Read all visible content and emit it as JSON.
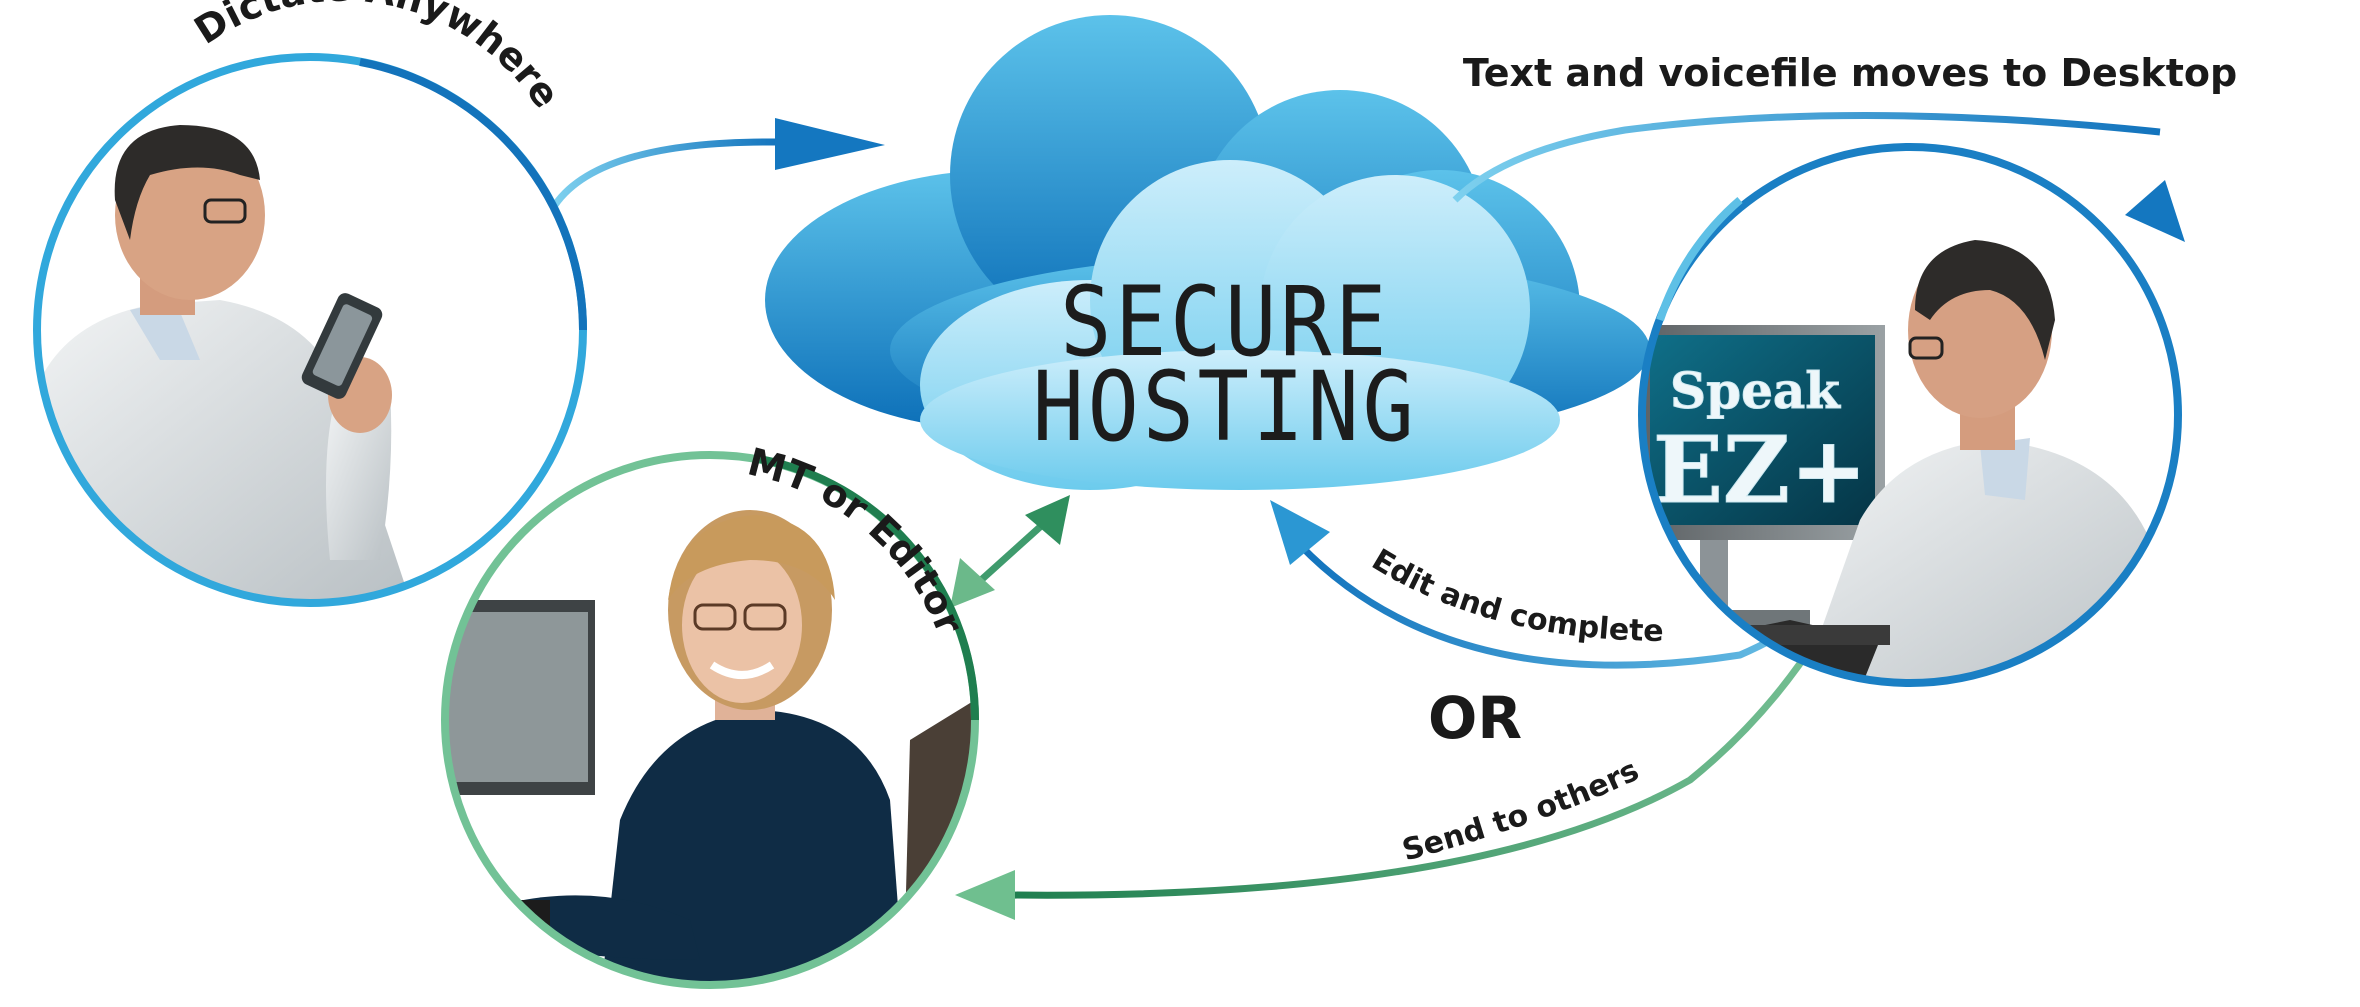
{
  "cloud": {
    "line1": "SECURE",
    "line2": "HOSTING"
  },
  "labels": {
    "dictate": "Dictate Anywhere",
    "editor": "MT or Editor",
    "desktop": "Text and voicefile moves to Desktop",
    "edit_complete": "Edit and complete",
    "or": "OR",
    "send_others": "Send to others"
  },
  "screen_logo": {
    "line1": "Speak",
    "line2": "EZ+"
  },
  "colors": {
    "blue_line": "#1a7fc4",
    "light_blue_line": "#5ec0e6",
    "green_line": "#2f8f5e",
    "light_green_line": "#7cc39a",
    "cloud_dark": "#1587cc",
    "cloud_light": "#8fd6f0"
  }
}
